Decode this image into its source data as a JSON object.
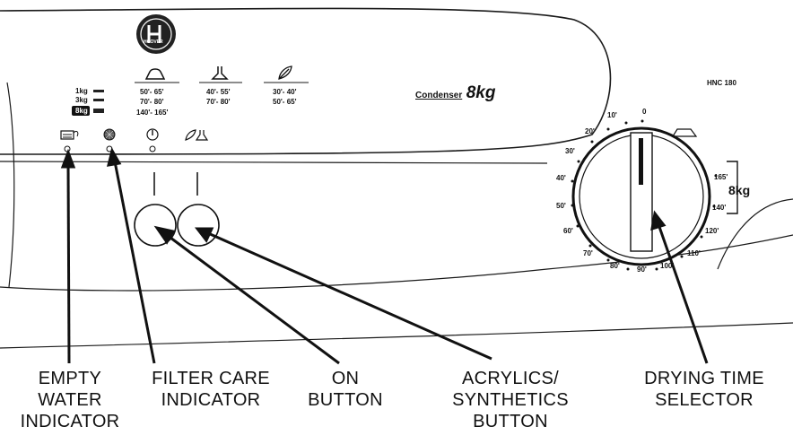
{
  "brand": {
    "logo_text": "HOOVER"
  },
  "load_sizes": [
    "1kg",
    "3kg",
    "8kg"
  ],
  "programs": {
    "cotton_times": [
      "50'- 65'",
      "70'- 80'",
      "140'- 165'"
    ],
    "synthetic_times": [
      "40'- 55'",
      "70'- 80'"
    ],
    "delicate_times": [
      "30'- 40'",
      "50'- 65'"
    ]
  },
  "condenser": {
    "label": "Condenser",
    "capacity": "8kg"
  },
  "model": "HNC 180",
  "dial": {
    "labels": [
      "0",
      "10'",
      "20'",
      "30'",
      "40'",
      "50'",
      "60'",
      "70'",
      "80'",
      "90'",
      "100'",
      "110'",
      "120'",
      "140'",
      "165'"
    ],
    "capacity": "8kg"
  },
  "callouts": {
    "empty_water": [
      "EMPTY",
      "WATER",
      "INDICATOR"
    ],
    "filter_care": [
      "FILTER CARE",
      "INDICATOR"
    ],
    "on_button": [
      "ON",
      "BUTTON"
    ],
    "acrylics_button": [
      "ACRYLICS/",
      "SYNTHETICS",
      "BUTTON"
    ],
    "drying_time": [
      "DRYING TIME",
      "SELECTOR"
    ]
  }
}
